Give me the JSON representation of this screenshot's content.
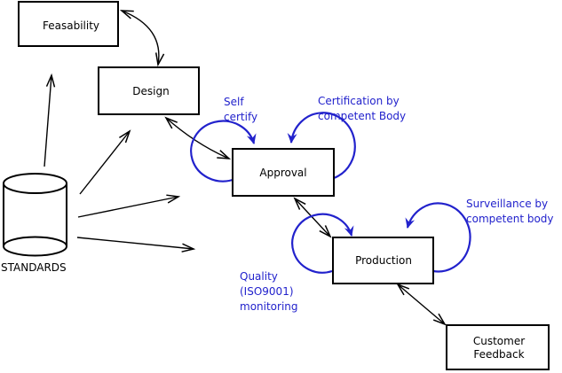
{
  "diagram": {
    "nodes": [
      {
        "id": "feasability",
        "label": "Feasability"
      },
      {
        "id": "design",
        "label": "Design"
      },
      {
        "id": "approval",
        "label": "Approval"
      },
      {
        "id": "production",
        "label": "Production"
      },
      {
        "id": "customer-feedback",
        "lines": [
          "Customer",
          "Feedback"
        ]
      }
    ],
    "datastore": {
      "label": "STANDARDS"
    },
    "annotations": [
      {
        "id": "self-certify",
        "lines": [
          "Self",
          "certify"
        ]
      },
      {
        "id": "certification",
        "lines": [
          "Certification by",
          "competent Body"
        ]
      },
      {
        "id": "surveillance",
        "lines": [
          "Surveillance by",
          "competent body"
        ]
      },
      {
        "id": "quality-monitoring",
        "lines": [
          "Quality",
          "(ISO9001)",
          "monitoring"
        ]
      }
    ],
    "edges": [
      {
        "from": "standards",
        "to": "feasability",
        "type": "arrow"
      },
      {
        "from": "standards",
        "to": "design",
        "type": "arrow"
      },
      {
        "from": "standards",
        "to": "approval",
        "type": "arrow"
      },
      {
        "from": "standards",
        "to": "production",
        "type": "arrow"
      },
      {
        "from": "feasability",
        "to": "design",
        "type": "double-arrow"
      },
      {
        "from": "design",
        "to": "approval",
        "type": "double-arrow"
      },
      {
        "from": "approval",
        "to": "production",
        "type": "double-arrow"
      },
      {
        "from": "production",
        "to": "customer-feedback",
        "type": "double-arrow"
      },
      {
        "node": "approval",
        "side": "left",
        "type": "self-loop",
        "label": "Self certify"
      },
      {
        "node": "approval",
        "side": "right",
        "type": "self-loop",
        "label": "Certification by competent Body"
      },
      {
        "node": "production",
        "side": "left",
        "type": "self-loop",
        "label": "Quality (ISO9001) monitoring"
      },
      {
        "node": "production",
        "side": "right",
        "type": "self-loop",
        "label": "Surveillance by competent body"
      }
    ],
    "colors": {
      "annotation_blue": "#2222cc",
      "line_black": "#000000",
      "node_fill": "#ffffff",
      "background": "#ffffff"
    }
  }
}
